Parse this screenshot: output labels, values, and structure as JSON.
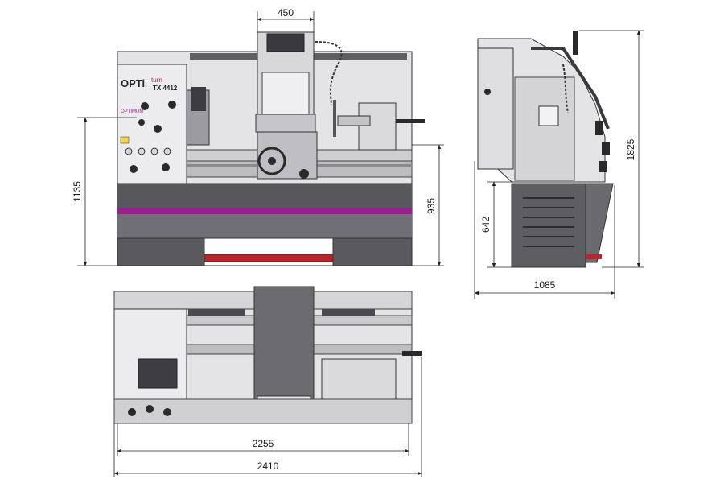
{
  "brand": {
    "logo": "OPTi",
    "logo_suffix": "turn",
    "model": "TX 4412",
    "panel_brand": "OPTIMUM"
  },
  "dimensions": {
    "top_width": "450",
    "total_height": "1135",
    "spindle_height": "935",
    "side_height": "1825",
    "side_lower": "642",
    "side_depth": "1085",
    "length_inner": "2255",
    "length_total": "2410"
  },
  "colors": {
    "body": "#e4e4e6",
    "body_dark": "#cfcfd2",
    "base": "#6e6e72",
    "base_dark": "#4a4a4e",
    "stripe": "#9a1f8f",
    "line": "#333333",
    "tray": "#b8262b"
  }
}
